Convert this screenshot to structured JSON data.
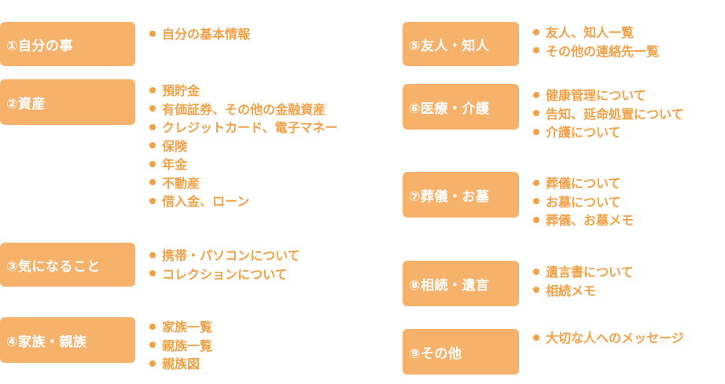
{
  "left": [
    {
      "title": "①自分の事",
      "items": [
        "自分の基本情報"
      ]
    },
    {
      "title": "②資産",
      "items": [
        "預貯金",
        "有価証券、その他の金融資産",
        "クレジットカード、電子マネー",
        "保険",
        "年金",
        "不動産",
        "借入金、ローン"
      ]
    },
    {
      "title": "③気になること",
      "items": [
        "携帯・パソコンについて",
        "コレクションについて"
      ]
    },
    {
      "title": "④家族・親族",
      "items": [
        "家族一覧",
        "親族一覧",
        "親族図"
      ]
    }
  ],
  "right": [
    {
      "title": "⑤友人・知人",
      "items": [
        "友人、知人一覧",
        "その他の連絡先一覧"
      ]
    },
    {
      "title": "⑥医療・介護",
      "items": [
        "健康管理について",
        "告知、延命処置について",
        "介護について"
      ]
    },
    {
      "title": "⑦葬儀・お墓",
      "items": [
        "葬儀について",
        "お墓について",
        "葬儀、お墓メモ"
      ]
    },
    {
      "title": "⑧相続・遺言",
      "items": [
        "遺言書について",
        "相続メモ"
      ]
    },
    {
      "title": "⑨その他",
      "items": [
        "大切な人へのメッセージ"
      ]
    }
  ]
}
